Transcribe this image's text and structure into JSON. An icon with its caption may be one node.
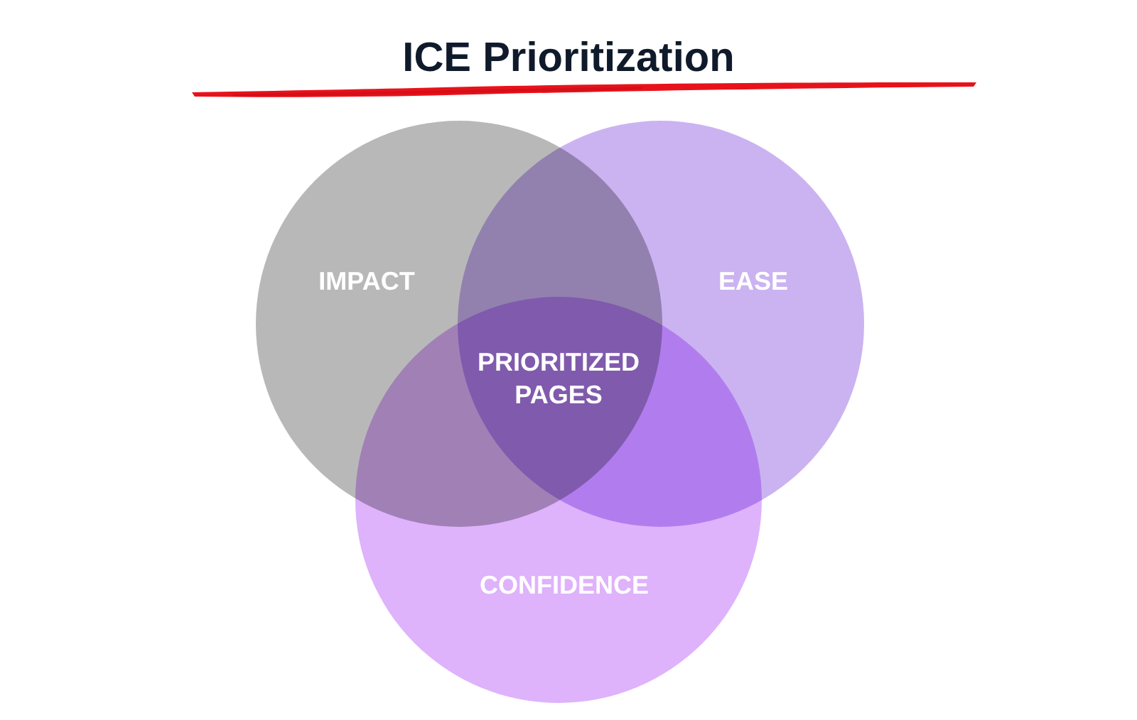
{
  "diagram": {
    "title": "ICE Prioritization",
    "nodes": [
      {
        "text": [
          "IMPACT"
        ]
      },
      {
        "text": [
          "EASE"
        ]
      },
      {
        "text": [
          "CONFIDENCE"
        ]
      }
    ],
    "labels": [
      "PRIORITIZED PAGES"
    ]
  }
}
